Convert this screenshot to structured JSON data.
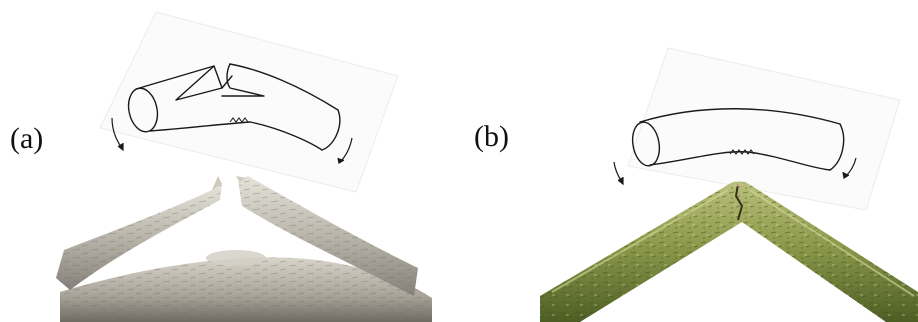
{
  "panels": [
    {
      "label": "(a)",
      "fracture_type": "complete-break"
    },
    {
      "label": "(b)",
      "fracture_type": "bent-crack"
    }
  ],
  "colors": {
    "line": "#1a1a1a",
    "bark_grey_light": "#d9d6cc",
    "bark_grey_dark": "#8e8a80",
    "bark_green_light": "#a8b06a",
    "bark_green_dark": "#5a6a2c"
  }
}
